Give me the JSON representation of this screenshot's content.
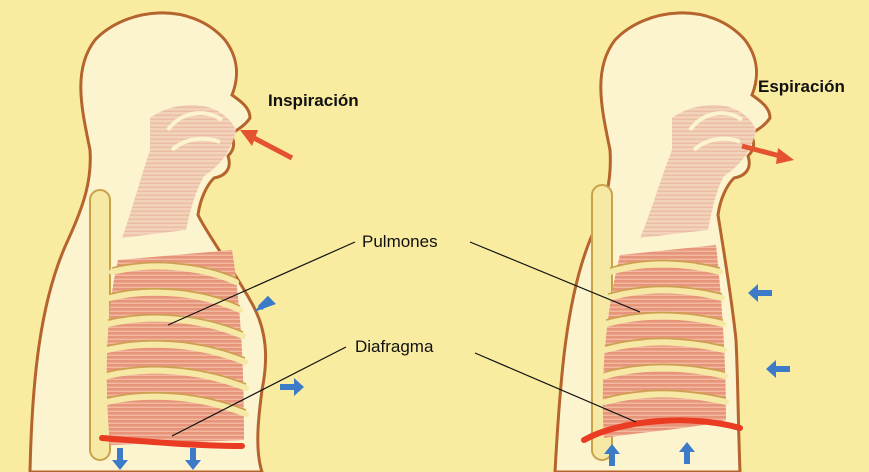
{
  "figure": {
    "titles": {
      "inhale": "Inspiración",
      "exhale": "Espiración"
    },
    "labels": {
      "lungs": "Pulmones",
      "diaphragm": "Diafragma"
    }
  },
  "colors": {
    "background": "#f9eca0",
    "body_fill": "#fbf4cf",
    "outline": "#b5642e",
    "airway": "#eec6a8",
    "lung": "#e7957a",
    "lung_stripe": "#f2b9a0",
    "rib": "#f6e9a6",
    "diaphragm": "#ea3b23",
    "air_arrow": "#e5522f",
    "movement_arrow": "#3b7bc8"
  },
  "icons": {
    "air_in": "arrow-right-icon",
    "air_out": "arrow-right-icon",
    "movement": "arrow-icon"
  }
}
